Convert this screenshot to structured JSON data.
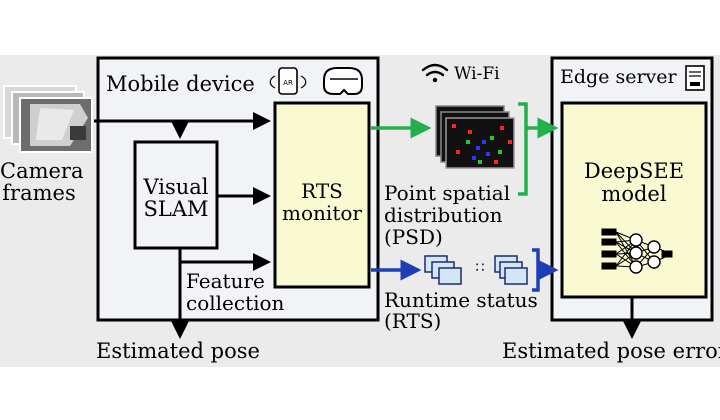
{
  "inputs": {
    "camera_label_line1": "Camera",
    "camera_label_line2": "frames"
  },
  "mobile": {
    "title": "Mobile device",
    "slam_line1": "Visual",
    "slam_line2": "SLAM",
    "rts_line1": "RTS",
    "rts_line2": "monitor",
    "feature_line1": "Feature",
    "feature_line2": "collection",
    "output": "Estimated pose",
    "icons": [
      "ar-phone-icon",
      "vr-headset-icon"
    ]
  },
  "network": {
    "wifi_label": "Wi-Fi",
    "icon": "wifi-icon"
  },
  "psd": {
    "line1": "Point spatial",
    "line2": "distribution",
    "line3": "(PSD)"
  },
  "rts_status": {
    "line1": "Runtime status",
    "line2": "(RTS)"
  },
  "edge": {
    "title": "Edge server",
    "model_line1": "DeepSEE",
    "model_line2": "model",
    "output": "Estimated pose error",
    "icons": [
      "server-icon",
      "neural-network-icon"
    ]
  },
  "colors": {
    "band": "#ebebeb",
    "panel": "#f2f3f6",
    "module": "#fafad2",
    "psd_arrow": "#22b04a",
    "rts_arrow": "#1c3fb5",
    "psd_dot_red": "#ff2222",
    "psd_dot_green": "#22cc22",
    "psd_dot_blue": "#3333ff"
  }
}
